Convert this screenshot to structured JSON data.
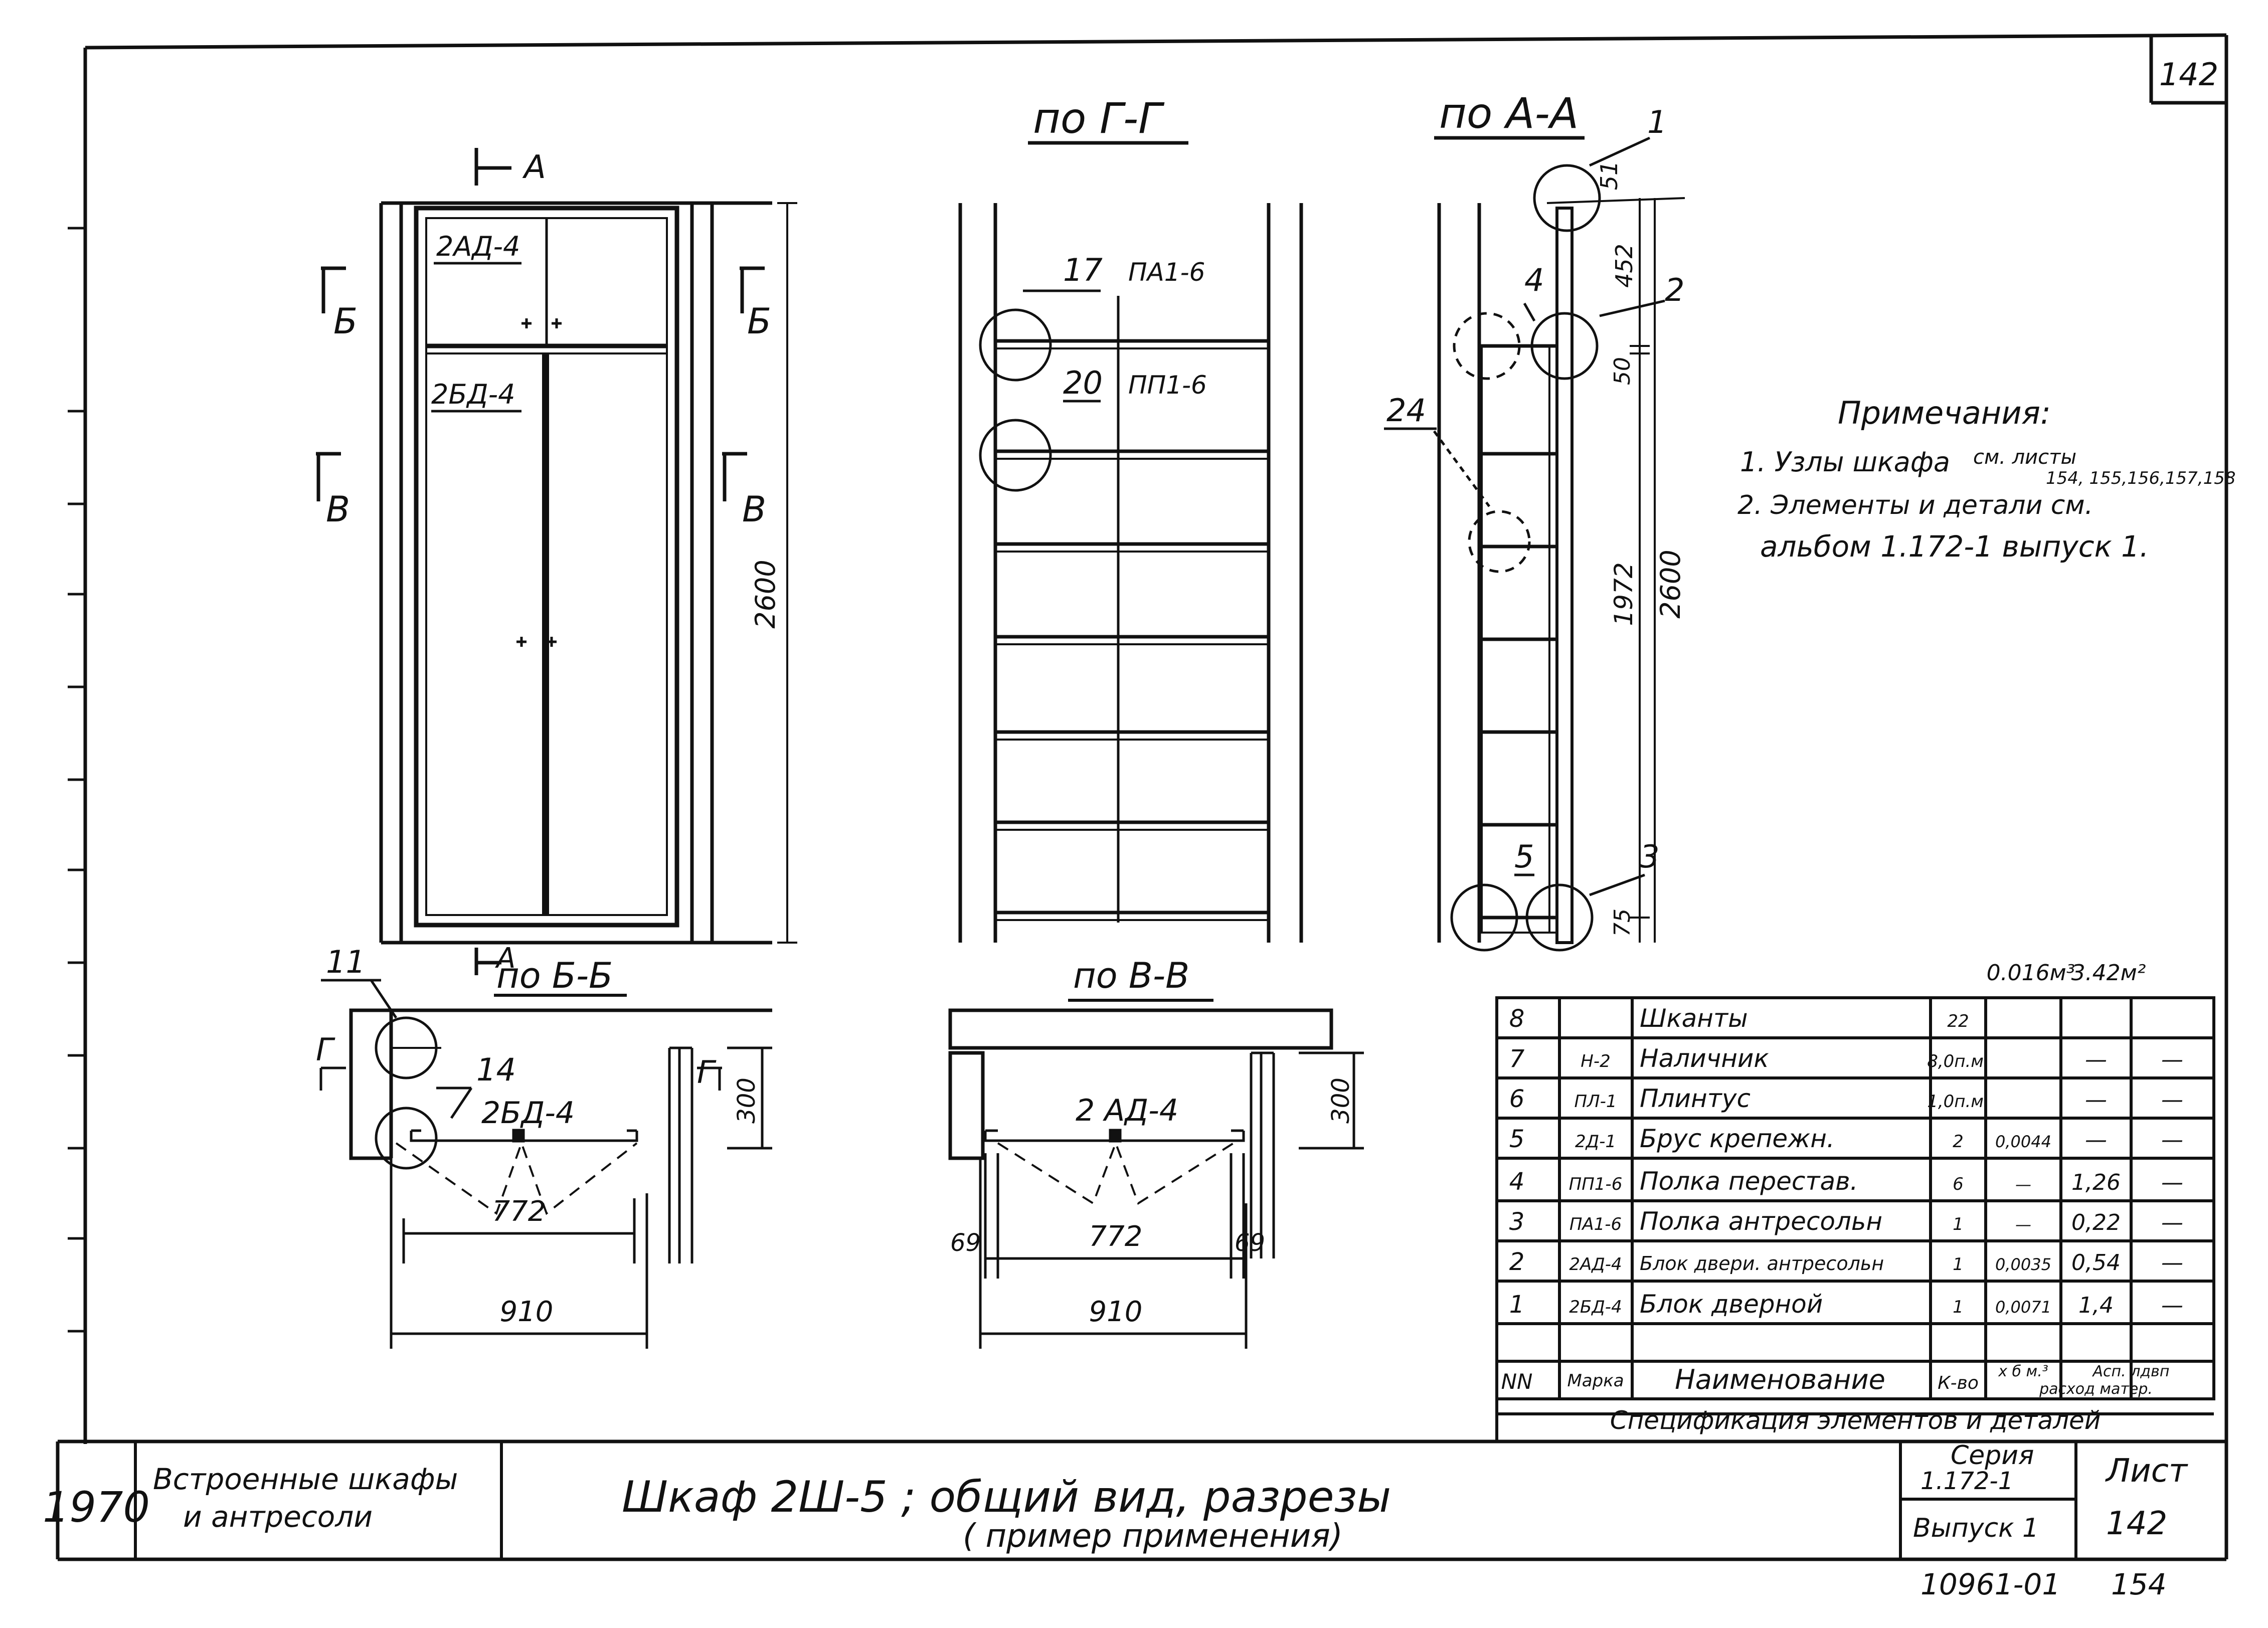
{
  "sheet_number_top": "142",
  "views": {
    "section_gg": "по Г-Г",
    "section_aa": "по А-А",
    "section_bb": "по Б-Б",
    "section_vv": "по В-В"
  },
  "front_view": {
    "cut_mark_a_top": "А",
    "cut_mark_a_bottom": "А",
    "cut_b_left": "Б",
    "cut_b_right": "Б",
    "cut_v_left": "В",
    "cut_v_right": "В",
    "upper_block": "2АД-4",
    "lower_block": "2БД-4",
    "height_dim": "2600"
  },
  "section_gg": {
    "callout_top": "17",
    "mark_top": "ПА1-6",
    "callout_second": "20",
    "mark_second": "ПП1-6"
  },
  "section_aa": {
    "callouts": [
      "1",
      "2",
      "3",
      "4",
      "5",
      "24"
    ],
    "dims": [
      "51",
      "452",
      "50",
      "1972",
      "2600",
      "75"
    ]
  },
  "section_bb": {
    "callout_11": "11",
    "callout_14": "14",
    "cut_g_left": "Г",
    "cut_g_right": "Г",
    "block": "2БД-4",
    "dim_depth": "300",
    "dim_inner": "772",
    "dim_outer": "910"
  },
  "section_vv": {
    "block": "2 АД-4",
    "dim_depth": "300",
    "dim_left": "69",
    "dim_inner": "772",
    "dim_right": "69",
    "dim_outer": "910"
  },
  "notes": {
    "title": "Примечания:",
    "line1": "1. Узлы шкафа",
    "line1_ref": "см. листы",
    "line1_sheets": "154, 155,156,157,158",
    "line2": "2. Элементы и детали см.",
    "line3": "альбом 1.172-1 выпуск 1."
  },
  "spec_table": {
    "totals": [
      "0.016м³",
      "3.42м²"
    ],
    "header": [
      "NN",
      "Марка",
      "Наименование",
      "К-во",
      "х б м.³",
      "Асп. лдвп"
    ],
    "header_sub": "расход матер.",
    "rows": [
      [
        "8",
        "",
        "Шканты",
        "22",
        "",
        "",
        ""
      ],
      [
        "7",
        "Н-2",
        "Наличник",
        "8,0п.м.",
        "",
        "—",
        "—"
      ],
      [
        "6",
        "ПЛ-1",
        "Плинтус",
        "1,0п.м.",
        "",
        "—",
        "—"
      ],
      [
        "5",
        "2Д-1",
        "Брус крепежн.",
        "2",
        "0,0044",
        "—",
        "—"
      ],
      [
        "4",
        "ПП1-6",
        "Полка перестав.",
        "6",
        "—",
        "1,26",
        "—"
      ],
      [
        "3",
        "ПА1-6",
        "Полка антресольн",
        "1",
        "—",
        "0,22",
        "—"
      ],
      [
        "2",
        "2АД-4",
        "Блок двери. антресольн",
        "1",
        "0,0035",
        "0,54",
        "—"
      ],
      [
        "1",
        "2БД-4",
        "Блок дверной",
        "1",
        "0,0071",
        "1,4",
        "—"
      ]
    ],
    "caption": "Спецификация элементов и деталей"
  },
  "title_block": {
    "year": "1970",
    "subject_line1": "Встроенные шкафы",
    "subject_line2": "и антресоли",
    "title_line1": "Шкаф 2Ш-5 ; общий вид, разрезы",
    "title_line2": "( пример применения)",
    "series_label": "Серия",
    "series_value": "1.172-1",
    "issue": "Выпуск 1",
    "sheet_label": "Лист",
    "sheet_value": "142",
    "code": "10961-01",
    "page": "154"
  }
}
